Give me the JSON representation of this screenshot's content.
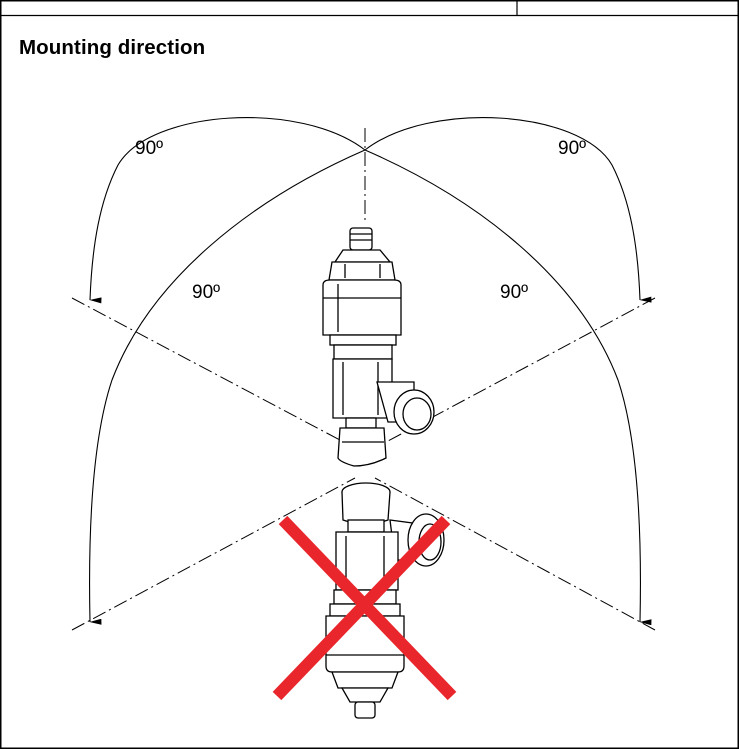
{
  "section": {
    "title": "Mounting direction"
  },
  "angles": {
    "top_left": "90º",
    "top_right": "90º",
    "mid_left": "90º",
    "mid_right": "90º"
  },
  "colors": {
    "line": "#000000",
    "prohibited_cross": "#e8262c",
    "background": "#ffffff"
  }
}
